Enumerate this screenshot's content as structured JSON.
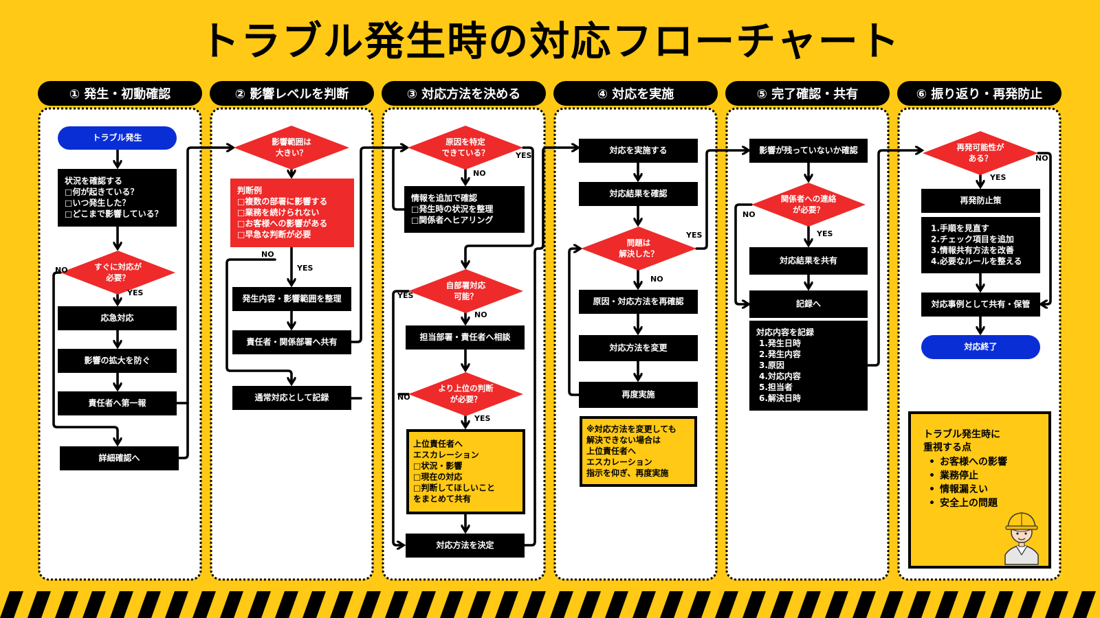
{
  "title": "トラブル発生時の対応フローチャート",
  "colors": {
    "background": "#FFC915",
    "black": "#000000",
    "red": "#EE2A2A",
    "blue": "#0A2ED6",
    "white": "#FFFFFF",
    "yellow": "#FFC915"
  },
  "columns": [
    {
      "id": "c1",
      "header": "① 発生・初動確認"
    },
    {
      "id": "c2",
      "header": "② 影響レベルを判断"
    },
    {
      "id": "c3",
      "header": "③ 対応方法を決める"
    },
    {
      "id": "c4",
      "header": "④ 対応を実施"
    },
    {
      "id": "c5",
      "header": "⑤ 完了確認・共有"
    },
    {
      "id": "c6",
      "header": "⑥ 振り返り・再発防止"
    }
  ],
  "nodes": [
    {
      "id": "trouble-start",
      "shape": "terminal",
      "lines": [
        "トラブル発生"
      ]
    },
    {
      "id": "check-situation",
      "shape": "box",
      "lines": [
        "状況を確認する",
        "□何が起きている？",
        "□いつ発生した？",
        "□どこまで影響している？"
      ]
    },
    {
      "id": "need-immediate",
      "shape": "diamond",
      "lines": [
        "すぐに対応が",
        "必要？"
      ]
    },
    {
      "id": "emergency-response",
      "shape": "box",
      "lines": [
        "応急対応"
      ]
    },
    {
      "id": "prevent-spread",
      "shape": "box",
      "lines": [
        "影響の拡大を防ぐ"
      ]
    },
    {
      "id": "first-report",
      "shape": "box",
      "lines": [
        "責任者へ第一報"
      ]
    },
    {
      "id": "detail-check",
      "shape": "box",
      "lines": [
        "詳細確認へ"
      ]
    },
    {
      "id": "impact-large",
      "shape": "diamond",
      "lines": [
        "影響範囲は",
        "大きい？"
      ]
    },
    {
      "id": "judgment-examples",
      "shape": "redbox",
      "lines": [
        "判断例",
        "□複数の部署に影響する",
        "□業務を続けられない",
        "□お客様への影響がある",
        "□早急な判断が必要"
      ]
    },
    {
      "id": "organize-scope",
      "shape": "box",
      "lines": [
        "発生内容・影響範囲を整理"
      ]
    },
    {
      "id": "share-departments",
      "shape": "box",
      "lines": [
        "責任者・関係部署へ共有"
      ]
    },
    {
      "id": "normal-record",
      "shape": "box",
      "lines": [
        "通常対応として記録"
      ]
    },
    {
      "id": "cause-identified",
      "shape": "diamond",
      "lines": [
        "原因を特定",
        "できている？"
      ]
    },
    {
      "id": "add-info",
      "shape": "box",
      "lines": [
        "情報を追加で確認",
        "□発生時の状況を整理",
        "□関係者へヒアリング"
      ]
    },
    {
      "id": "own-dept",
      "shape": "diamond",
      "lines": [
        "自部署対応",
        "可能？"
      ]
    },
    {
      "id": "consult-dept",
      "shape": "box",
      "lines": [
        "担当部署・責任者へ相談"
      ]
    },
    {
      "id": "higher-judgment",
      "shape": "diamond",
      "lines": [
        "より上位の判断",
        "が必要？"
      ]
    },
    {
      "id": "escalation-box",
      "shape": "yellowbox",
      "lines": [
        "上位責任者へ",
        "エスカレーション",
        "□状況・影響",
        "□現在の対応",
        "□判断してほしいこと",
        "をまとめて共有"
      ]
    },
    {
      "id": "decide-method",
      "shape": "box",
      "lines": [
        "対応方法を決定"
      ]
    },
    {
      "id": "implement",
      "shape": "box",
      "lines": [
        "対応を実施する"
      ]
    },
    {
      "id": "check-result",
      "shape": "box",
      "lines": [
        "対応結果を確認"
      ]
    },
    {
      "id": "problem-solved",
      "shape": "diamond",
      "lines": [
        "問題は",
        "解決した？"
      ]
    },
    {
      "id": "recheck-cause",
      "shape": "box",
      "lines": [
        "原因・対応方法を再確認"
      ]
    },
    {
      "id": "change-method",
      "shape": "box",
      "lines": [
        "対応方法を変更"
      ]
    },
    {
      "id": "re-implement",
      "shape": "box",
      "lines": [
        "再度実施"
      ]
    },
    {
      "id": "note-box",
      "shape": "yellowbox",
      "lines": [
        "※対応方法を変更しても",
        "解決できない場合は",
        "上位責任者へ",
        "エスカレーション",
        "指示を仰ぎ、再度実施"
      ]
    },
    {
      "id": "check-remaining",
      "shape": "box",
      "lines": [
        "影響が残っていないか確認"
      ]
    },
    {
      "id": "need-contact",
      "shape": "diamond",
      "lines": [
        "関係者への連絡",
        "が必要？"
      ]
    },
    {
      "id": "share-result",
      "shape": "box",
      "lines": [
        "対応結果を共有"
      ]
    },
    {
      "id": "record-to",
      "shape": "box",
      "lines": [
        "記録へ"
      ]
    },
    {
      "id": "record-details",
      "shape": "box",
      "lines": [
        "対応内容を記録",
        "1.発生日時",
        "2.発生内容",
        "3.原因",
        "4.対応内容",
        "5.担当者",
        "6.解決日時"
      ]
    },
    {
      "id": "recurrence-possible",
      "shape": "diamond",
      "lines": [
        "再発可能性が",
        "ある？"
      ]
    },
    {
      "id": "prevention-measures",
      "shape": "box",
      "lines": [
        "再発防止策"
      ]
    },
    {
      "id": "prevention-list",
      "shape": "box",
      "lines": [
        "1.手順を見直す",
        "2.チェック項目を追加",
        "3.情報共有方法を改善",
        "4.必要なルールを整える"
      ]
    },
    {
      "id": "share-case",
      "shape": "box",
      "lines": [
        "対応事例として共有・保管"
      ]
    },
    {
      "id": "response-end",
      "shape": "terminal",
      "lines": [
        "対応終了"
      ]
    }
  ],
  "edge_labels": {
    "yes": "YES",
    "no": "NO"
  },
  "emphasis": {
    "title_lines": [
      "トラブル発生時に",
      "重視する点"
    ],
    "items": [
      "お客様への影響",
      "業務停止",
      "情報漏えい",
      "安全上の問題"
    ]
  }
}
